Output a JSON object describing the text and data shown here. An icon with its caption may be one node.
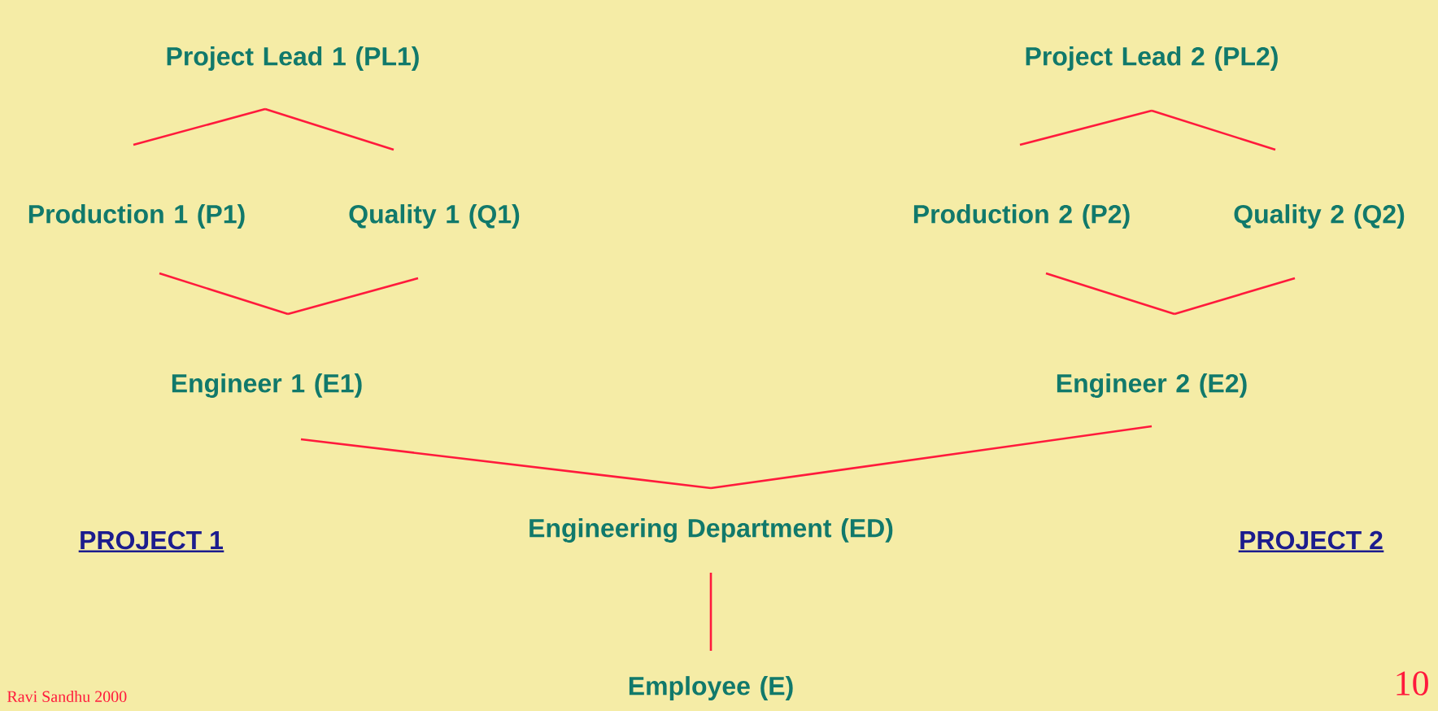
{
  "diagram": {
    "nodes": [
      {
        "text": [
          "Project Lead 1 (PL1)"
        ]
      },
      {
        "text": [
          "Project Lead 2 (PL2)"
        ]
      },
      {
        "text": [
          "Production 1 (P1)"
        ]
      },
      {
        "text": [
          "Quality 1 (Q1)"
        ]
      },
      {
        "text": [
          "Production 2 (P2)"
        ]
      },
      {
        "text": [
          "Quality 2 (Q2)"
        ]
      },
      {
        "text": [
          "Engineer 1 (E1)"
        ]
      },
      {
        "text": [
          "Engineer 2 (E2)"
        ]
      },
      {
        "text": [
          "Engineering Department  (ED)"
        ]
      },
      {
        "text": [
          "Employee (E)"
        ]
      }
    ],
    "edges": [
      {
        "from": 0,
        "to": 2,
        "arrow": "none"
      },
      {
        "from": 0,
        "to": 3,
        "arrow": "none"
      },
      {
        "from": 1,
        "to": 4,
        "arrow": "none"
      },
      {
        "from": 1,
        "to": 5,
        "arrow": "none"
      },
      {
        "from": 2,
        "to": 6,
        "arrow": "none"
      },
      {
        "from": 3,
        "to": 6,
        "arrow": "none"
      },
      {
        "from": 4,
        "to": 7,
        "arrow": "none"
      },
      {
        "from": 5,
        "to": 7,
        "arrow": "none"
      },
      {
        "from": 6,
        "to": 8,
        "arrow": "none"
      },
      {
        "from": 7,
        "to": 8,
        "arrow": "none"
      },
      {
        "from": 8,
        "to": 9,
        "arrow": "none"
      }
    ],
    "labels": [
      "PROJECT 1",
      "PROJECT 2",
      "Ravi Sandhu 2000",
      "10"
    ]
  }
}
